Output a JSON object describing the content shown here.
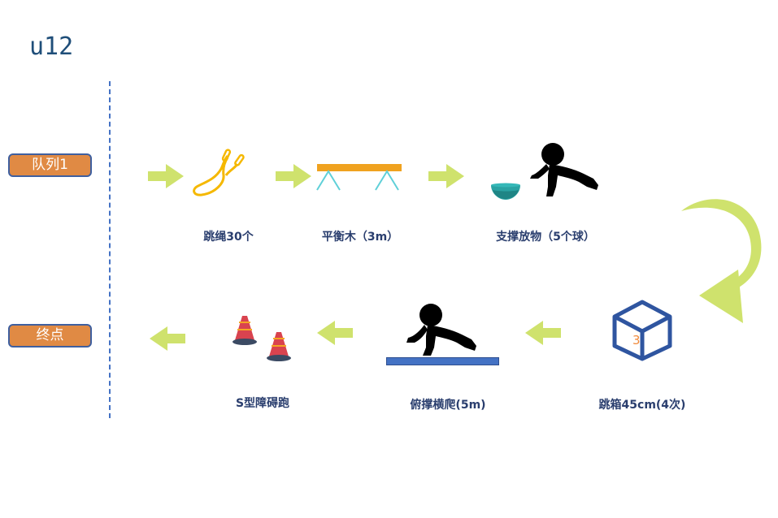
{
  "title": "u12",
  "tags": {
    "start": "队列1",
    "end": "终点"
  },
  "stations": [
    {
      "id": "jump-rope",
      "label": "跳绳30个",
      "icon": "jump-rope-icon"
    },
    {
      "id": "balance-beam",
      "label": "平衡木（3m）",
      "icon": "balance-beam-icon"
    },
    {
      "id": "support-place",
      "label": "支撑放物（5个球）",
      "icon": "crawling-child-with-bowl-icon"
    },
    {
      "id": "jump-box",
      "label": "跳箱45cm(4次)",
      "icon": "box-icon",
      "box_number": "3"
    },
    {
      "id": "push-up-crawl",
      "label": "俯撑横爬(5m)",
      "icon": "crawling-child-on-mat-icon"
    },
    {
      "id": "s-obstacle-run",
      "label": "S型障碍跑",
      "icon": "traffic-cones-icon"
    }
  ],
  "colors": {
    "title": "#1f4e79",
    "tag_fill": "#e08a44",
    "tag_border": "#3f5f9f",
    "arrow": "#cfe26d",
    "divider": "#4472c4",
    "label": "#2a3e6e",
    "beam": "#f0a21f",
    "beam_legs": "#5fd0d8",
    "bowl": "#2aa3a3",
    "box": "#2f55a0",
    "mat": "#4472c4",
    "cone": "#d9434f"
  }
}
